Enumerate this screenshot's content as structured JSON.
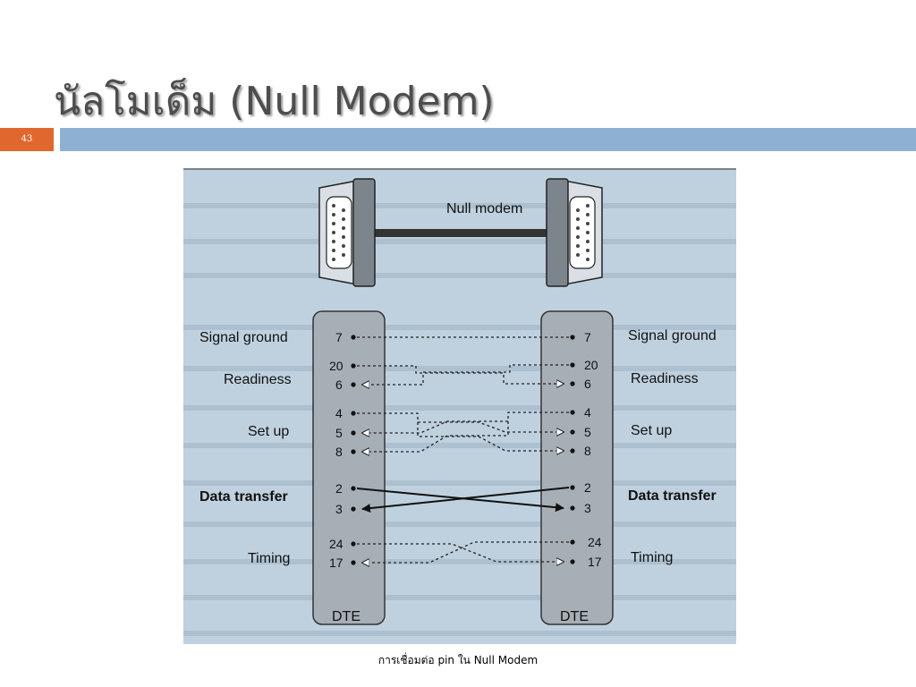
{
  "slide": {
    "title": "นัลโมเด็ม (Null Modem)",
    "number": "43",
    "caption": "การเชื่อมต่อ pin ใน Null Modem"
  },
  "diagram": {
    "cable_label": "Null modem",
    "left_side": "DTE",
    "right_side": "DTE",
    "groups_left": [
      "Signal ground",
      "Readiness",
      "Set up",
      "Data transfer",
      "Timing"
    ],
    "groups_right": [
      "Signal ground",
      "Readiness",
      "Set up",
      "Data transfer",
      "Timing"
    ],
    "pins_left": [
      "7",
      "20",
      "6",
      "4",
      "5",
      "8",
      "2",
      "3",
      "24",
      "17"
    ],
    "pins_right": [
      "7",
      "20",
      "6",
      "4",
      "5",
      "8",
      "2",
      "3",
      "24",
      "17"
    ]
  },
  "colors": {
    "accent_orange": "#e0682e",
    "bar_blue": "#8fb1d1",
    "figure_bg": "#bfd1df",
    "dte_box": "#a7afb6"
  }
}
